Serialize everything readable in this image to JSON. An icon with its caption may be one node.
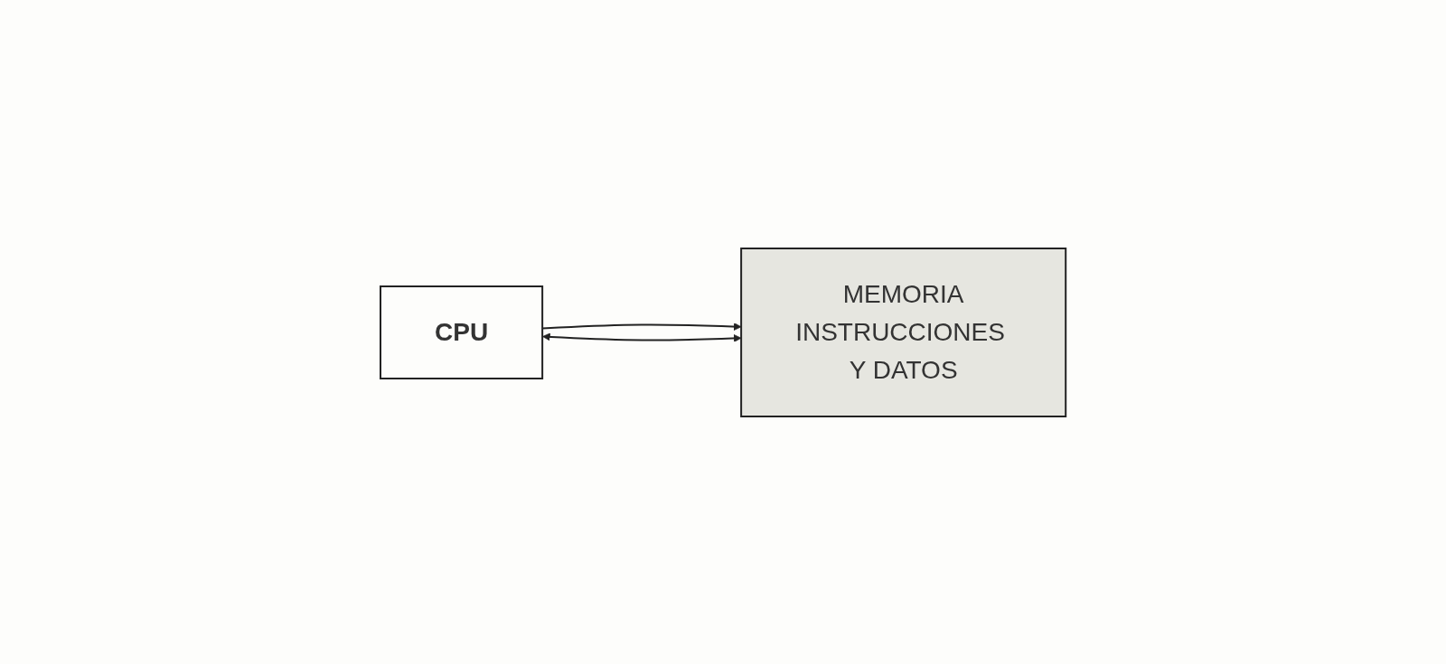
{
  "diagram": {
    "nodes": [
      {
        "text": [
          "CPU"
        ]
      },
      {
        "text": [
          "MEMORIA",
          "INSTRUCCIONES Y DATOS"
        ]
      }
    ],
    "edges": [
      {
        "from": 0,
        "to": 1,
        "arrow": "to"
      },
      {
        "from": 0,
        "to": 1,
        "arrow": "both"
      }
    ]
  }
}
